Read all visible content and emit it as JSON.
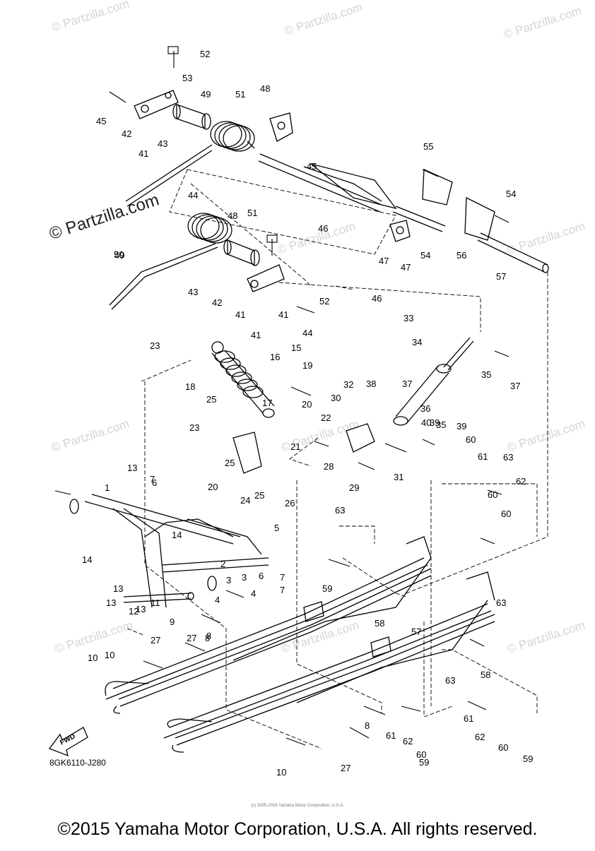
{
  "diagram": {
    "reference_code": "8GK6110-J280",
    "fwd_label": "FWD",
    "watermark_large": "© Partzilla.com",
    "watermark_small": "© Partzilla.com",
    "copyright_main": "©2015 Yamaha Motor Corporation, U.S.A. All rights reserved.",
    "copyright_small": "(c) 2005-2016 Yamaha Motor Corporation, U.S.A.",
    "callouts": [
      "1",
      "2",
      "3",
      "4",
      "5",
      "6",
      "7",
      "8",
      "9",
      "10",
      "11",
      "12",
      "13",
      "14",
      "15",
      "16",
      "17",
      "18",
      "19",
      "20",
      "21",
      "22",
      "23",
      "24",
      "25",
      "26",
      "27",
      "28",
      "29",
      "30",
      "31",
      "32",
      "33",
      "34",
      "35",
      "36",
      "37",
      "38",
      "39",
      "40",
      "41",
      "42",
      "43",
      "44",
      "45",
      "46",
      "47",
      "48",
      "49",
      "50",
      "51",
      "52",
      "53",
      "54",
      "55",
      "56",
      "57",
      "58",
      "59",
      "60",
      "61",
      "62",
      "63"
    ]
  }
}
